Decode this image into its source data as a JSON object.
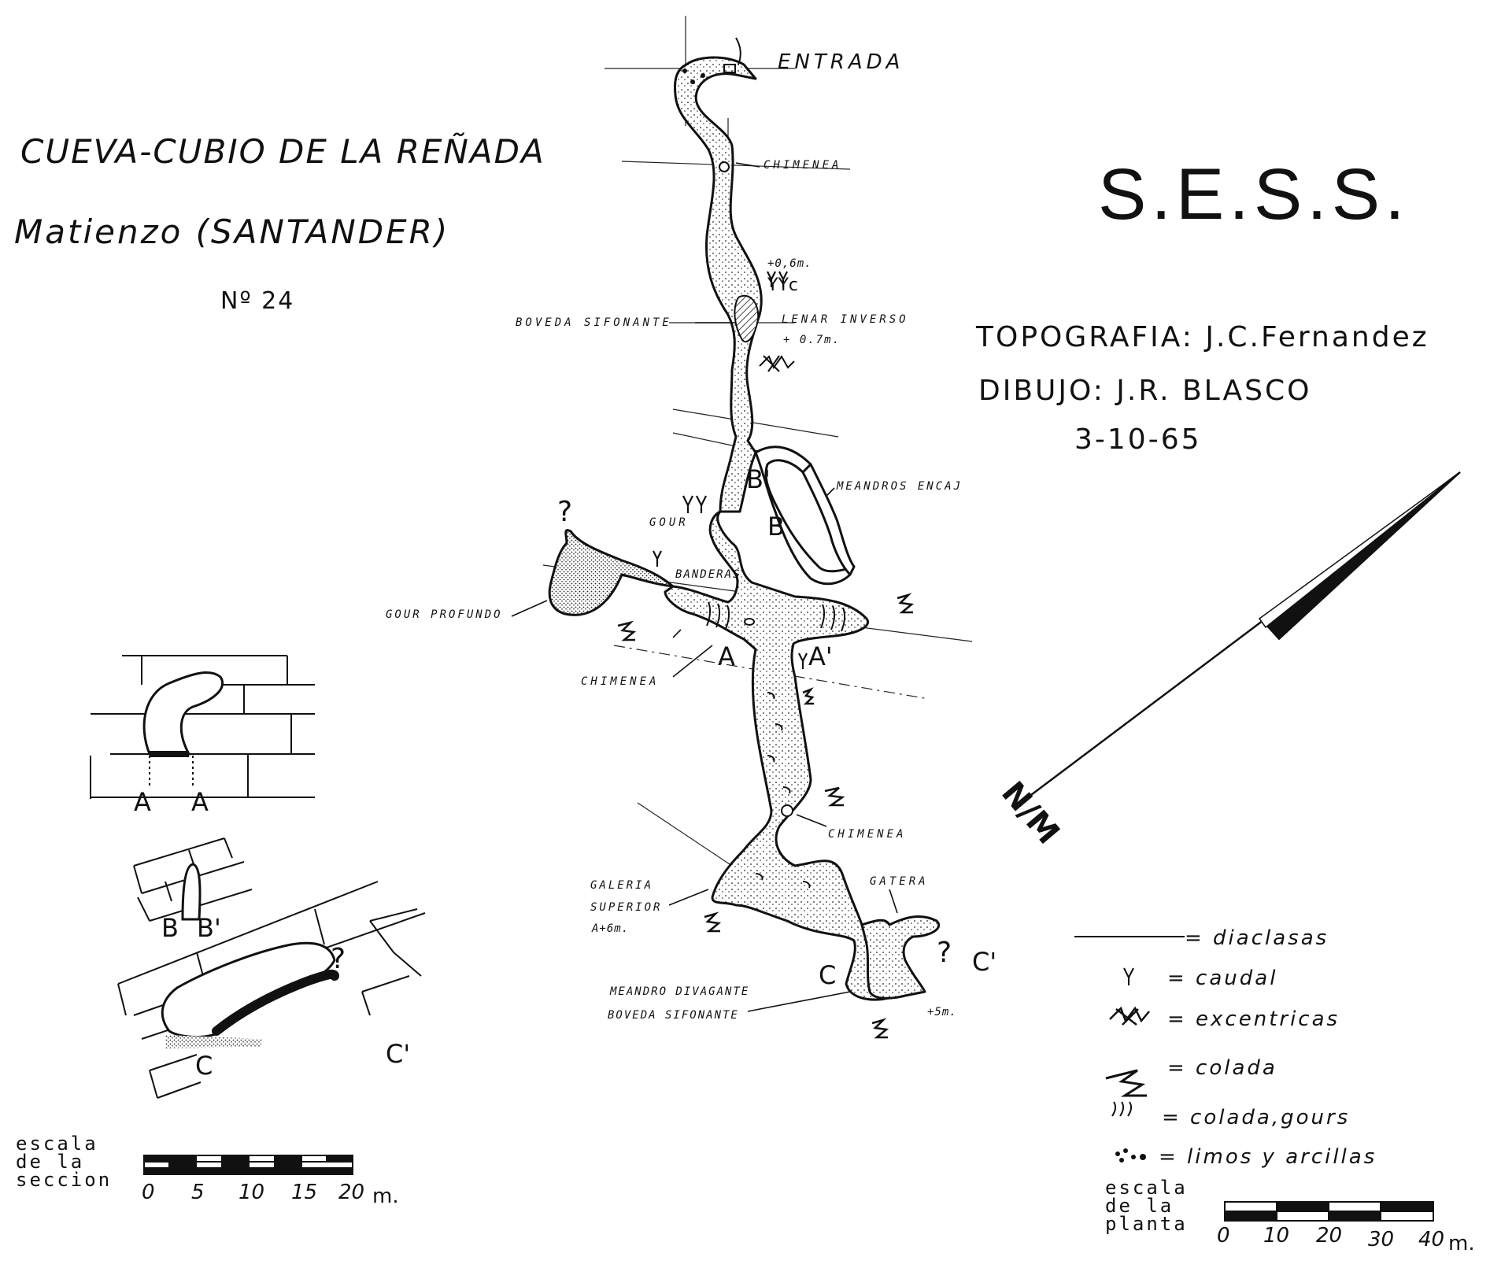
{
  "header": {
    "title": "CUEVA-CUBIO DE LA REÑADA",
    "location": "Matienzo (SANTANDER)",
    "number": "Nº 24",
    "org": "S.E.S.S.",
    "topografia": "TOPOGRAFIA: J.C.Fernandez",
    "dibujo": "DIBUJO: J.R. BLASCO",
    "date": "3-10-65"
  },
  "plan_labels": {
    "entrada": "ENTRADA",
    "chimenea_top": "CHIMENEA",
    "height_06": "+0,6m.",
    "caudal_mark": "YYc",
    "lenar": "LENAR INVERSO",
    "height_07": "+ 0.7m.",
    "boveda_top": "BOVEDA SIFONANTE",
    "meandros": "MEANDROS ENCAJ",
    "b_prime": "B'",
    "b": "B",
    "gour": "GOUR",
    "q1": "?",
    "banderas": "BANDERAS",
    "gour_profundo": "GOUR PROFUNDO",
    "chimenea_mid": "CHIMENEA",
    "a": "A",
    "a_prime": "A'",
    "chimenea_low": "CHIMENEA",
    "galeria1": "GALERIA",
    "galeria2": "SUPERIOR",
    "galeria3": "A+6m.",
    "gatera": "GATERA",
    "q2": "?",
    "c_prime": "C'",
    "c": "C",
    "height_5": "+5m.",
    "meandro1": "MEANDRO DIVAGANTE",
    "meandro2": "BOVEDA SIFONANTE",
    "north": "N/M"
  },
  "sections": {
    "aa_left": "A",
    "aa_right": "A",
    "bb_left": "B",
    "bb_right": "B'",
    "cc_left": "C",
    "cc_right": "C'",
    "cc_q": "?"
  },
  "legend": [
    {
      "symbol": "diaclasas-line-icon",
      "text": "= diaclasas"
    },
    {
      "symbol": "caudal-icon",
      "text": "= caudal"
    },
    {
      "symbol": "excentricas-icon",
      "text": "= excentricas"
    },
    {
      "symbol": "colada-icon",
      "text": "= colada"
    },
    {
      "symbol": "colada-gours-icon",
      "text": "= colada,gours"
    },
    {
      "symbol": "limos-icon",
      "text": "= limos y arcillas"
    }
  ],
  "scale_section": {
    "title_lines": [
      "escala",
      "de la",
      "seccion"
    ],
    "ticks": [
      "0",
      "5",
      "10",
      "15",
      "20"
    ],
    "unit": "m."
  },
  "scale_plan": {
    "title_lines": [
      "escala",
      "de la",
      "planta"
    ],
    "ticks": [
      "0",
      "10",
      "20",
      "30",
      "40"
    ],
    "unit": "m."
  }
}
